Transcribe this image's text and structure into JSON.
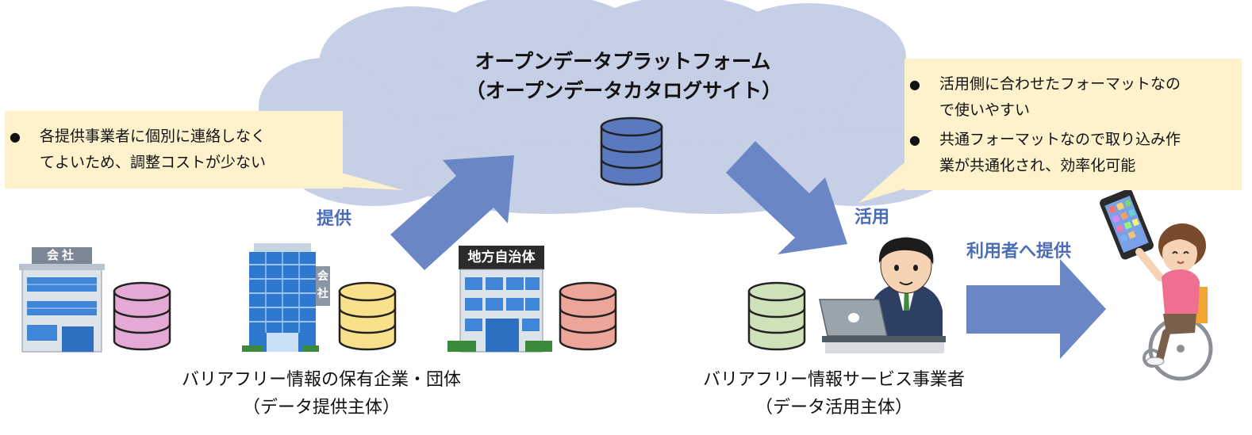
{
  "platform": {
    "title_line1": "オープンデータプラットフォーム",
    "title_line2": "（オープンデータカタログサイト）"
  },
  "flow_labels": {
    "provide": "提供",
    "utilize": "活用",
    "to_users": "利用者へ提供"
  },
  "left_note": {
    "items": [
      "各提供事業者に個別に連絡しなくてよいため、調整コストが少ない"
    ],
    "lines": [
      [
        "各提供事業者に個別に連絡しなく",
        "てよいため、調整コストが少ない"
      ]
    ]
  },
  "right_note": {
    "items": [
      "活用側に合わせたフォーマットなので使いやすい",
      "共通フォーマットなので取り込み作業が共通化され、効率化可能"
    ],
    "lines": [
      [
        "活用側に合わせたフォーマットなの",
        "で使いやすい"
      ],
      [
        "共通フォーマットなので取り込み作",
        "業が共通化され、効率化可能"
      ]
    ]
  },
  "buildings": {
    "company_sign": "会社",
    "company_sign_vertical": [
      "会",
      "社"
    ],
    "local_gov_sign": "地方自治体"
  },
  "captions": {
    "providers_line1": "バリアフリー情報の保有企業・団体",
    "providers_line2": "（データ提供主体）",
    "service_line1": "バリアフリー情報サービス事業者",
    "service_line2": "（データ活用主体）"
  },
  "icons": [
    "cloud",
    "database-icon",
    "company-building-icon",
    "office-tower-icon",
    "local-government-building-icon",
    "business-person-laptop-icon",
    "wheelchair-user-smartphone-icon",
    "arrow-icon"
  ],
  "colors": {
    "cloud": "#c5cfe6",
    "arrow": "#6a86c5",
    "label_blue": "#4a6db5",
    "note_bg": "#fdf2cc",
    "db_platform": "#5b79be",
    "db_company": "#e4a9d4",
    "db_tower": "#fbe08c",
    "db_gov": "#eda59a",
    "db_service": "#cde2b9"
  }
}
